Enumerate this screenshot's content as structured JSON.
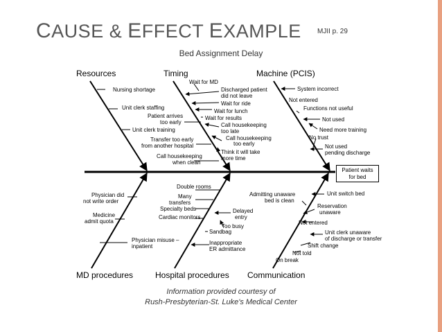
{
  "slide": {
    "title_first_letter_1": "C",
    "title_rest_1": "AUSE & ",
    "title_first_letter_2": "E",
    "title_rest_2": "FFECT ",
    "title_first_letter_3": "E",
    "title_rest_3": "XAMPLE",
    "reference": "MJII  p. 29",
    "subtitle": "Bed Assignment Delay",
    "credit_line1": "Information provided courtesy of",
    "credit_line2": "Rush-Presbyterian-St. Luke's Medical Center",
    "accent_color": "#e8a080"
  },
  "effect": {
    "line1": "Patient waits",
    "line2": "for bed"
  },
  "categories": {
    "resources": "Resources",
    "timing": "Timing",
    "machine": "Machine (PCIS)",
    "md_procedures": "MD procedures",
    "hospital_procedures": "Hospital procedures",
    "communication": "Communication"
  },
  "causes": {
    "resources": [
      "Nursing shortage",
      "Unit clerk staffing",
      "Unit clerk training"
    ],
    "timing": [
      "Wait for MD",
      "Discharged patient",
      "did not leave",
      "Wait for ride",
      "Wait for lunch",
      "Wait for results",
      "Call housekeeping",
      "too late",
      "Call housekeeping",
      "too early",
      "Think it will take",
      "more time",
      "Patient arrives",
      "too early",
      "Transfer too early",
      "from another hospital",
      "Call housekeeping",
      "when clean"
    ],
    "machine": [
      "System incorrect",
      "Not entered",
      "Functions not useful",
      "Not used",
      "Need more training",
      "No trust",
      "Not used",
      "pending discharge"
    ],
    "md": [
      "Physician did",
      "not write order",
      "Medicine",
      "admit quota",
      "Physician misuse –",
      "inpatient"
    ],
    "hospital": [
      "Double rooms",
      "Many",
      "transfers",
      "Specialty beds",
      "Cardiac monitors",
      "Delayed",
      "entry",
      "Too busy",
      "Sandbag",
      "Inappropriate",
      "ER admittance"
    ],
    "communication": [
      "Admitting unaware",
      "bed is clean",
      "Unit switch bed",
      "Reservation",
      "unaware",
      "Not entered",
      "Unit clerk unaware",
      "of discharge or transfer",
      "Shift change",
      "Not told",
      "On break"
    ]
  }
}
